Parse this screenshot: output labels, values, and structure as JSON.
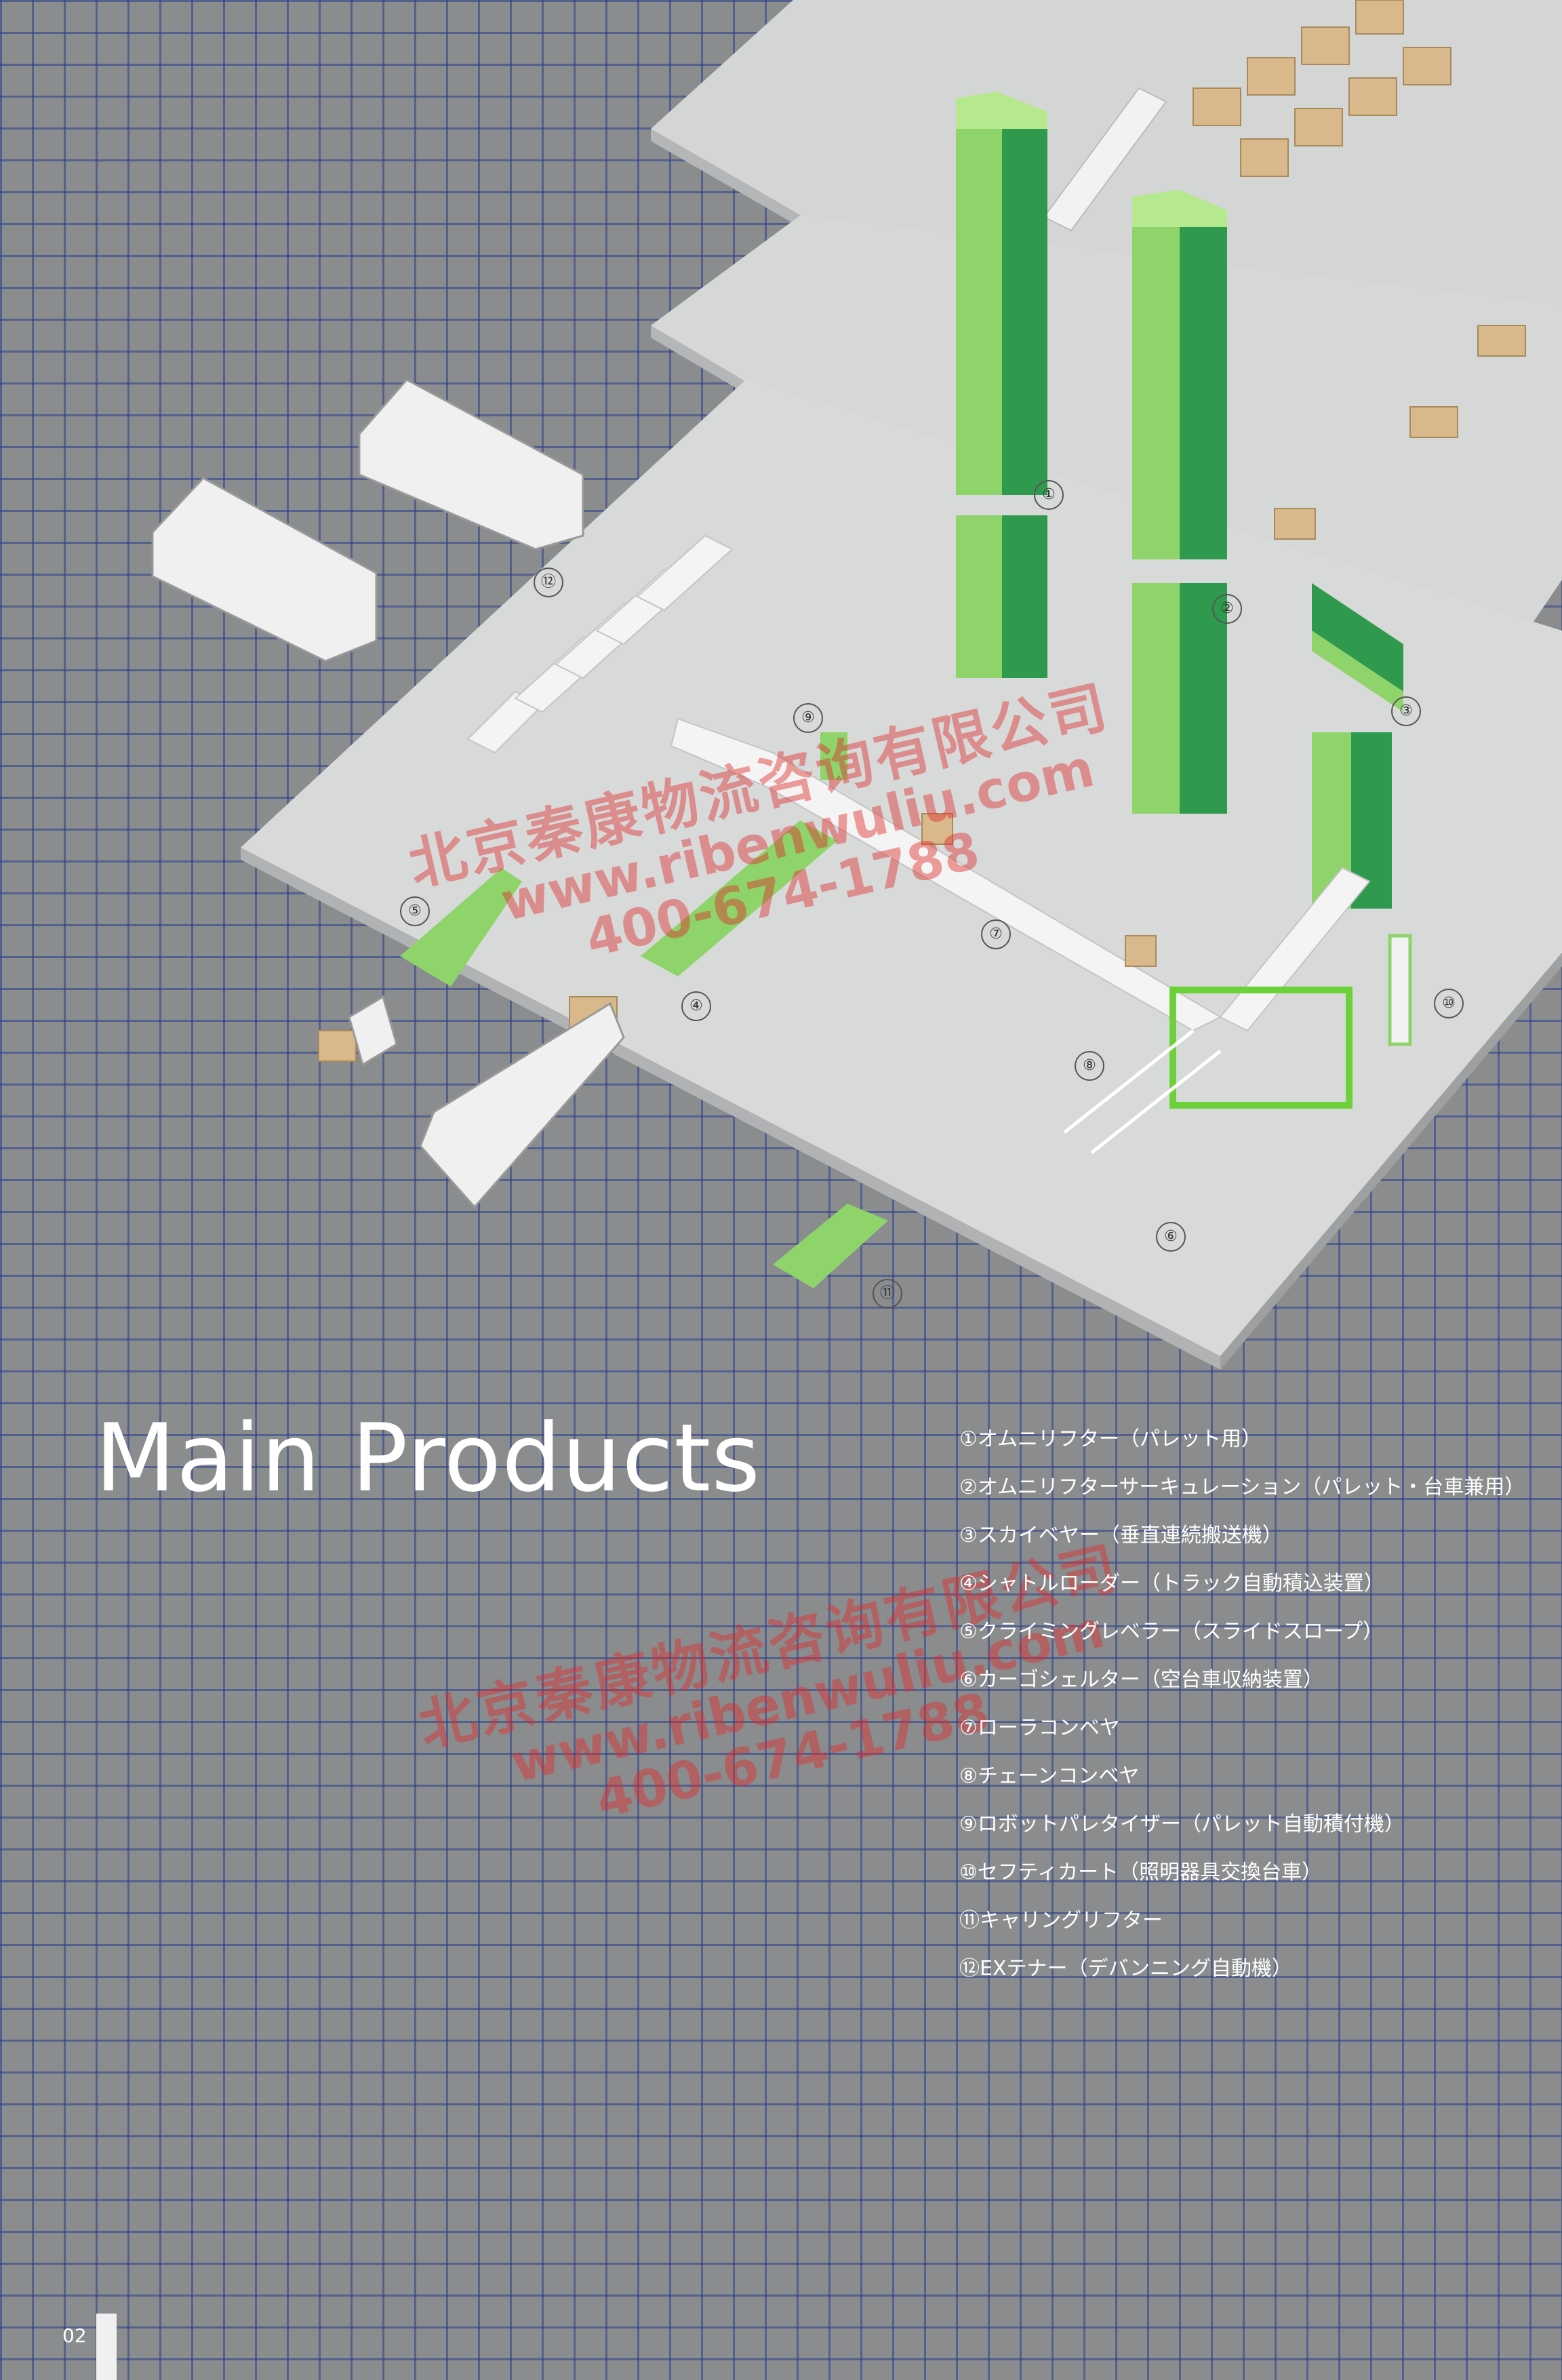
{
  "title": "Main Products",
  "page_number": "02",
  "callouts": [
    "①",
    "②",
    "③",
    "④",
    "⑤",
    "⑥",
    "⑦",
    "⑧",
    "⑨",
    "⑩",
    "⑪",
    "⑫"
  ],
  "products": [
    "①オムニリフター（パレット用）",
    "②オムニリフターサーキュレーション（パレット・台車兼用）",
    "③スカイベヤー（垂直連続搬送機）",
    "④シャトルローダー（トラック自動積込装置）",
    "⑤クライミングレベラー（スライドスロープ）",
    "⑥カーゴシェルター（空台車収納装置）",
    "⑦ローラコンベヤ",
    "⑧チェーンコンベヤ",
    "⑨ロボットパレタイザー（パレット自動積付機）",
    "⑩セフティカート（照明器具交換台車）",
    "⑪キャリングリフター",
    "⑫EXテナー（デバンニング自動機）"
  ],
  "watermark": {
    "company": "北京秦康物流咨询有限公司",
    "url": "www.ribenwuliu.com",
    "phone": "400-674-1788"
  },
  "colors": {
    "background": "#8a8c8e",
    "grid": "#2c3c8c",
    "floor": "#d6d8d8",
    "green_light": "#8fd46a",
    "green_dark": "#2f9a4e",
    "text": "#ffffff",
    "watermark": "#e02d2d"
  }
}
